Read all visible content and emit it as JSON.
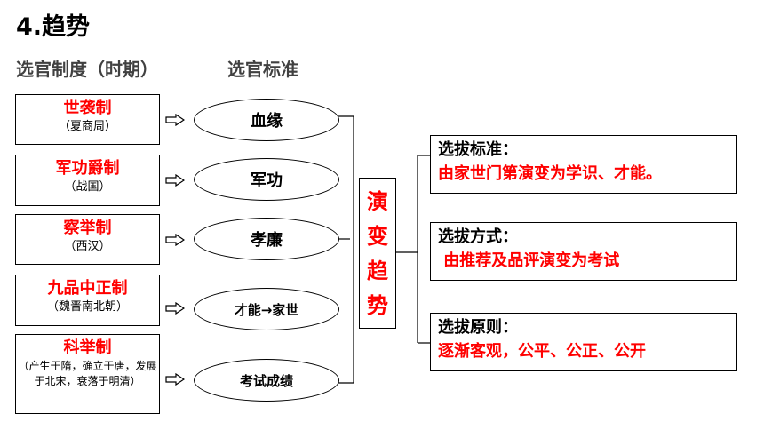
{
  "title": "4.趋势",
  "headers": {
    "system": "选官制度（时期）",
    "standard": "选官标准"
  },
  "systems": [
    {
      "name": "世袭制",
      "period": "（夏商周）",
      "standard": "血缘"
    },
    {
      "name": "军功爵制",
      "period": "（战国）",
      "standard": "军功"
    },
    {
      "name": "察举制",
      "period": "（西汉）",
      "standard": "孝廉"
    },
    {
      "name": "九品中正制",
      "period": "（魏晋南北朝）",
      "standard": "才能→家世"
    },
    {
      "name": "科举制",
      "period": "（产生于隋，确立于唐，发展于北宋，衰落于明清）",
      "standard": "考试成绩"
    }
  ],
  "trend": {
    "chars": [
      "演",
      "变",
      "趋",
      "势"
    ]
  },
  "results": [
    {
      "title": "选拔标准：",
      "body": "由家世门第演变为学识、才能。"
    },
    {
      "title": "选拔方式：",
      "body": " 由推荐及品评演变为考试"
    },
    {
      "title": "选拔原则：",
      "body": "逐渐客观，公平、公正、公开"
    }
  ],
  "colors": {
    "accent": "#ff0000",
    "text": "#000000",
    "header": "#404040"
  }
}
